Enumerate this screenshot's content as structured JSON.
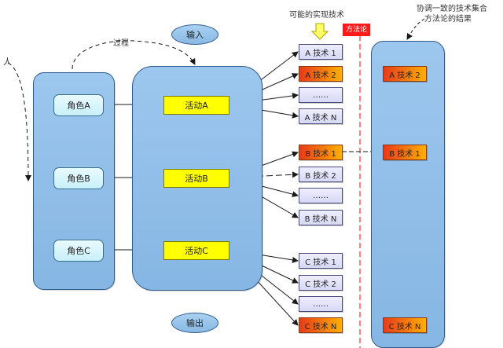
{
  "labels": {
    "person": "人",
    "process": "过程",
    "possible_tech": "可能的实现技术",
    "methodology": "方法论",
    "coordinated_set": "协调一致的技术集合",
    "methodology_result": "方法论的结果"
  },
  "io": {
    "input": "输入",
    "output": "输出"
  },
  "roles": [
    "角色A",
    "角色B",
    "角色C"
  ],
  "activities": [
    "活动A",
    "活动B",
    "活动C"
  ],
  "techniques": [
    [
      {
        "label": "A 技术 1",
        "highlight": false
      },
      {
        "label": "A 技术 2",
        "highlight": true
      },
      {
        "label": "……",
        "highlight": false
      },
      {
        "label": "A 技术 N",
        "highlight": false
      }
    ],
    [
      {
        "label": "B 技术 1",
        "highlight": true
      },
      {
        "label": "B 技术 2",
        "highlight": false
      },
      {
        "label": "……",
        "highlight": false
      },
      {
        "label": "B 技术 N",
        "highlight": false
      }
    ],
    [
      {
        "label": "C 技术 1",
        "highlight": false
      },
      {
        "label": "C 技术 2",
        "highlight": false
      },
      {
        "label": "……",
        "highlight": false
      },
      {
        "label": "C 技术 N",
        "highlight": true
      }
    ]
  ],
  "results": [
    "A 技术 2",
    "B 技术 1",
    "C 技术 N"
  ],
  "colors": {
    "panel": "#8fbde8",
    "activity": "#ffff00",
    "highlight": "#ff5a1a",
    "divider": "#ff0000",
    "pointer": "#ffff66"
  }
}
